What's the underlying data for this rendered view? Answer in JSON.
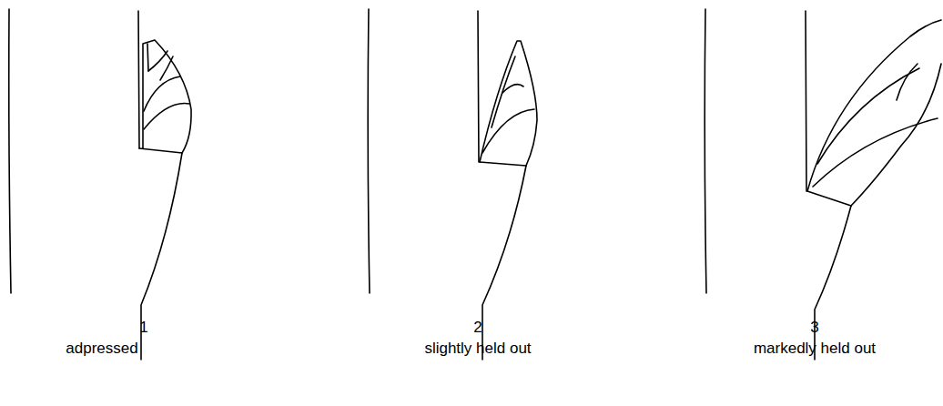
{
  "diagram": {
    "labels": [
      "1",
      "adpressed",
      "2",
      "slightly held out",
      "3",
      "markedly held out"
    ]
  }
}
